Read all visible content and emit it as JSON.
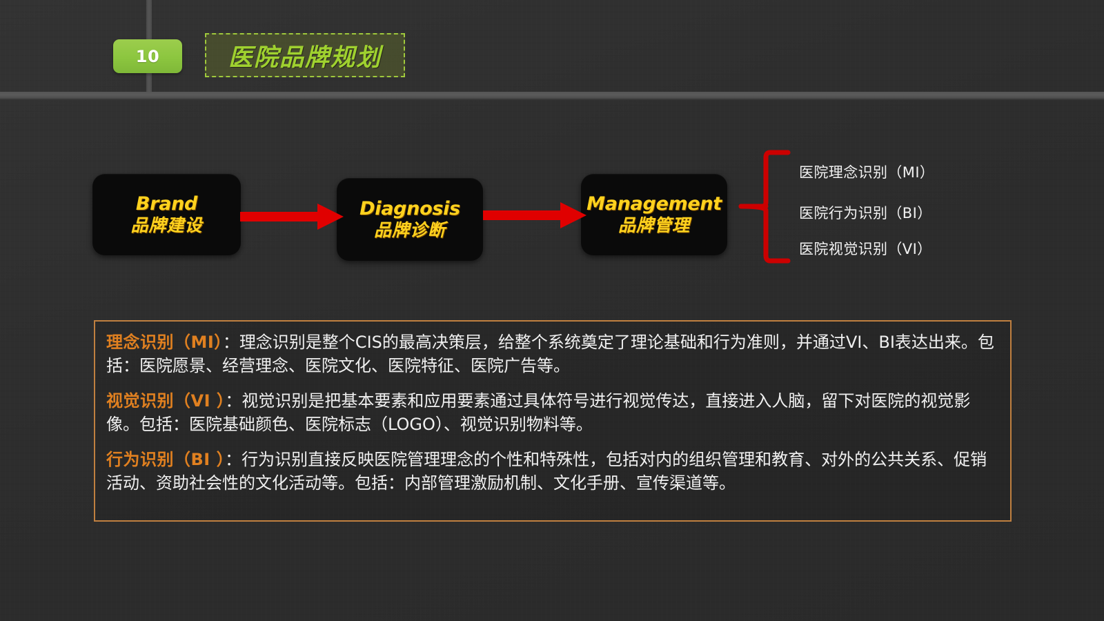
{
  "slide": {
    "page_number": "10",
    "title": "医院品牌规划",
    "accent_green": "#9fd12f",
    "chip_green": "#8cc63f",
    "flow_text_yellow": "#ffd21e",
    "arrow_red": "#e00000",
    "panel_border_orange": "#c08040",
    "heading_orange": "#e08020"
  },
  "flow": {
    "steps": [
      {
        "en": "Brand",
        "cn": "品牌建设"
      },
      {
        "en": "Diagnosis",
        "cn": "品牌诊断"
      },
      {
        "en": "Management",
        "cn": "品牌管理"
      }
    ],
    "arrows": [
      "arrow-right",
      "arrow-right"
    ],
    "brace_labels": [
      "医院理念识别（MI）",
      "医院行为识别（BI）",
      "医院视觉识别（VI）"
    ]
  },
  "panel": {
    "paragraphs": [
      {
        "head": "理念识别（MI）",
        "colon": "：",
        "body": "理念识别是整个CIS的最高决策层，给整个系统奠定了理论基础和行为准则，并通过VI、BI表达出来。包括：医院愿景、经营理念、医院文化、医院特征、医院广告等。"
      },
      {
        "head": "视觉识别（VI ）",
        "colon": "：",
        "body": "视觉识别是把基本要素和应用要素通过具体符号进行视觉传达，直接进入人脑，留下对医院的视觉影像。包括：医院基础颜色、医院标志（LOGO）、视觉识别物料等。"
      },
      {
        "head": "行为识别（BI ）",
        "colon": "：",
        "body": "行为识别直接反映医院管理理念的个性和特殊性，包括对内的组织管理和教育、对外的公共关系、促销活动、资助社会性的文化活动等。包括：内部管理激励机制、文化手册、宣传渠道等。"
      }
    ]
  }
}
